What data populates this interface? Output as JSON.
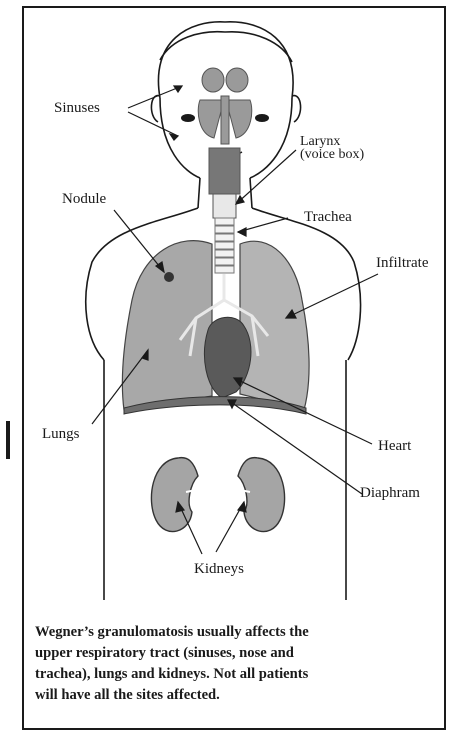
{
  "labels": {
    "sinuses": "Sinuses",
    "larynx_line1": "Larynx",
    "larynx_line2": "(voice box)",
    "nodule": "Nodule",
    "trachea": "Trachea",
    "infiltrate": "Infiltrate",
    "lungs": "Lungs",
    "heart": "Heart",
    "diaphram": "Diaphram",
    "kidneys": "Kidneys"
  },
  "caption": {
    "line1": "Wegner’s granulomatosis usually affects the",
    "line2": "upper respiratory tract (sinuses, nose and",
    "line3": "trachea), lungs and kidneys. Not all patients",
    "line4": "will have all the sites affected."
  },
  "colors": {
    "outline": "#1a1a1a",
    "organ_gray": "#9a9a9a",
    "lung_fill": "#a8a8a8",
    "kidney_fill": "#a5a5a5",
    "diaphragm": "#6e6e6e",
    "heart": "#5a5a5a"
  }
}
